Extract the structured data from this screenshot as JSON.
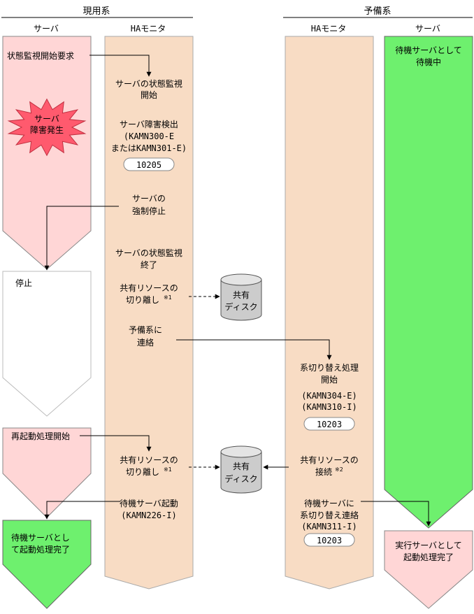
{
  "headers": {
    "active_system": "現用系",
    "standby_system": "予備系",
    "server": "サーバ",
    "ha_monitor": "HAモニタ"
  },
  "active_server": {
    "request": "状態監視開始要求",
    "failure_burst": [
      "サーバ",
      "障害発生"
    ],
    "stopped": "停止",
    "restart": "再起動処理開始",
    "completed": [
      "待機サーバとし",
      "て起動処理完了"
    ]
  },
  "active_ha": {
    "monitor_start": [
      "サーバの状態監視",
      "開始"
    ],
    "failure_detect": [
      "サーバ障害検出",
      "(KAMN300-E",
      "またはKAMN301-E)"
    ],
    "failure_code": "10205",
    "force_stop": [
      "サーバの",
      "強制停止"
    ],
    "monitor_end": [
      "サーバの状態監視",
      "終了"
    ],
    "release_1": [
      "共有リソースの",
      "切り離し"
    ],
    "notify": [
      "予備系に",
      "連絡"
    ],
    "release_2": [
      "共有リソースの",
      "切り離し"
    ],
    "standby_start": [
      "待機サーバ起動",
      "(KAMN226-I)"
    ],
    "note_mark_1": "※1"
  },
  "shared_disk": [
    "共有",
    "ディスク"
  ],
  "standby_ha": {
    "switch_start": [
      "系切り替え処理",
      "開始"
    ],
    "switch_msgs": [
      "(KAMN304-E)",
      "(KAMN310-I)"
    ],
    "switch_code": "10203",
    "connect": [
      "共有リソースの",
      "接続"
    ],
    "note_mark_2": "※2",
    "notify_standby": [
      "待機サーバに",
      "系切り替え連絡",
      "(KAMN311-I)"
    ],
    "notify_code": "10203"
  },
  "standby_server": {
    "waiting": [
      "待機サーバとして",
      "待機中"
    ],
    "running": [
      "実行サーバとして",
      "起動処理完了"
    ]
  },
  "colors": {
    "pink": "#ffd6d6",
    "tan": "#f8dcc4",
    "green": "#6ef06e",
    "burst": "#ff5a6e",
    "disk": "#cccccc"
  }
}
